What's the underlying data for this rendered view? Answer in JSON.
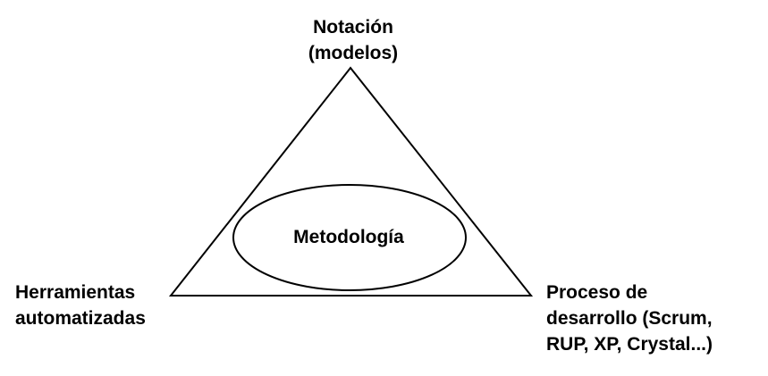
{
  "diagram": {
    "vertices": {
      "top": [
        "Notación",
        "(modelos)"
      ],
      "bottom_left": [
        "Herramientas",
        "automatizadas"
      ],
      "bottom_right": [
        "Proceso de",
        "desarrollo (Scrum,",
        "RUP, XP, Crystal...)"
      ]
    },
    "center": "Metodología"
  },
  "colors": {
    "stroke": "#000000",
    "text": "#000000",
    "background": "#ffffff"
  }
}
